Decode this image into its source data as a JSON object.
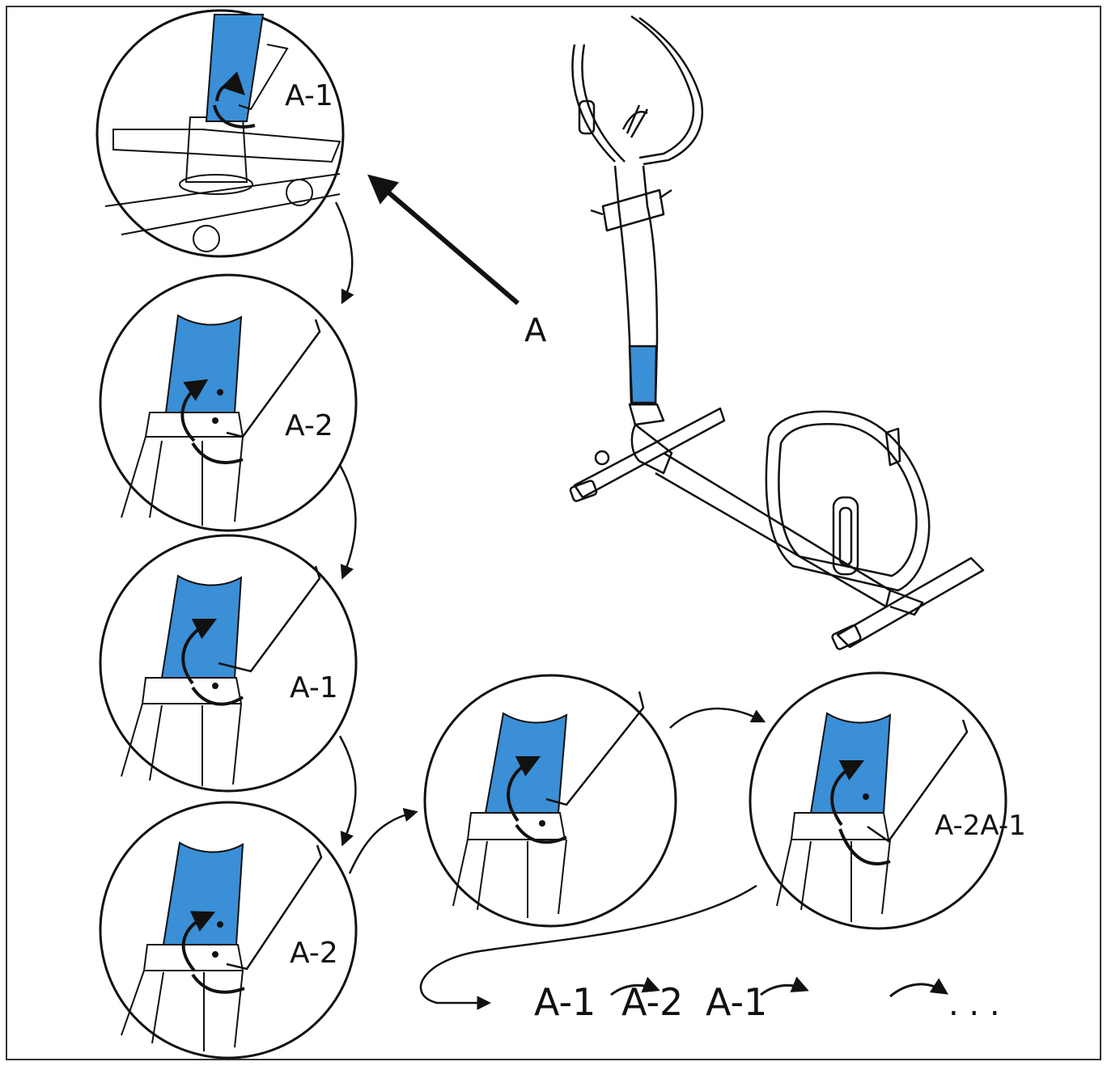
{
  "labels": {
    "detail_1": "A-1",
    "detail_2": "A-2",
    "detail_3": "A-1",
    "detail_4": "A-2",
    "detail_6": "A-2A-1",
    "callout": "A"
  },
  "sequence": {
    "step_1": "A-1",
    "step_2": "A-2",
    "step_3": "A-1",
    "ellipsis": ". . ."
  },
  "colors": {
    "tube_blue": "#3a8fd6",
    "line": "#111111",
    "frame": "#333333"
  }
}
